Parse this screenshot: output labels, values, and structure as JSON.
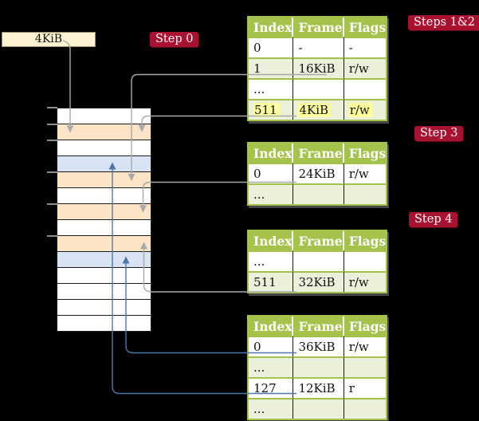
{
  "page_size_label": "4KiB",
  "badges": {
    "step0": "Step 0",
    "steps12": "Steps 1&2",
    "step3": "Step 3",
    "step4": "Step 4"
  },
  "tables": {
    "headers": [
      "Index",
      "Frame",
      "Flags"
    ],
    "t1": {
      "rows": [
        [
          "0",
          "-",
          "-"
        ],
        [
          "1",
          "16KiB",
          "r/w"
        ],
        [
          "...",
          "",
          ""
        ],
        [
          "511",
          "4KiB",
          "r/w"
        ]
      ]
    },
    "t2": {
      "rows": [
        [
          "0",
          "24KiB",
          "r/w"
        ],
        [
          "...",
          "",
          ""
        ]
      ]
    },
    "t3": {
      "rows": [
        [
          "...",
          "",
          ""
        ],
        [
          "511",
          "32KiB",
          "r/w"
        ]
      ]
    },
    "t4": {
      "rows": [
        [
          "0",
          "36KiB",
          "r/w"
        ],
        [
          "...",
          "",
          ""
        ],
        [
          "127",
          "12KiB",
          "r"
        ],
        [
          "...",
          "",
          ""
        ]
      ]
    }
  },
  "memory_strip": {
    "row_colors": [
      "white",
      "orange",
      "white",
      "blue",
      "orange",
      "white",
      "orange",
      "white",
      "orange",
      "blue",
      "white",
      "white",
      "white",
      "white"
    ]
  },
  "colors": {
    "white": "#ffffff",
    "orange": "#fce4c7",
    "blue": "#d8e4f4",
    "header_green": "#a5c24b",
    "row_green": "#eaf0da",
    "highlight_yellow": "#ffff9e",
    "badge_red": "#a8112f",
    "box_cream": "#fdf2d2",
    "connector_gray": "#a9a9a9",
    "connector_blue": "#5075ab",
    "background": "#000000"
  }
}
